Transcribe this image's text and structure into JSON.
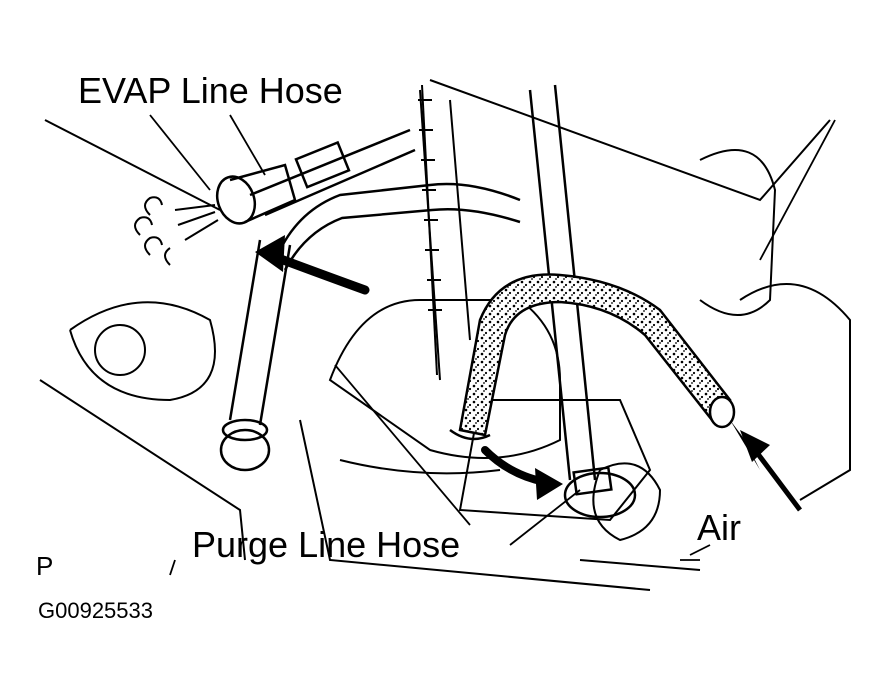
{
  "labels": {
    "evap_line_hose": "EVAP Line Hose",
    "purge_line_hose": "Purge Line Hose",
    "air": "Air",
    "view_marker": "P",
    "figure_id": "G00925533"
  },
  "colors": {
    "ink": "#000000",
    "paper": "#ffffff"
  }
}
